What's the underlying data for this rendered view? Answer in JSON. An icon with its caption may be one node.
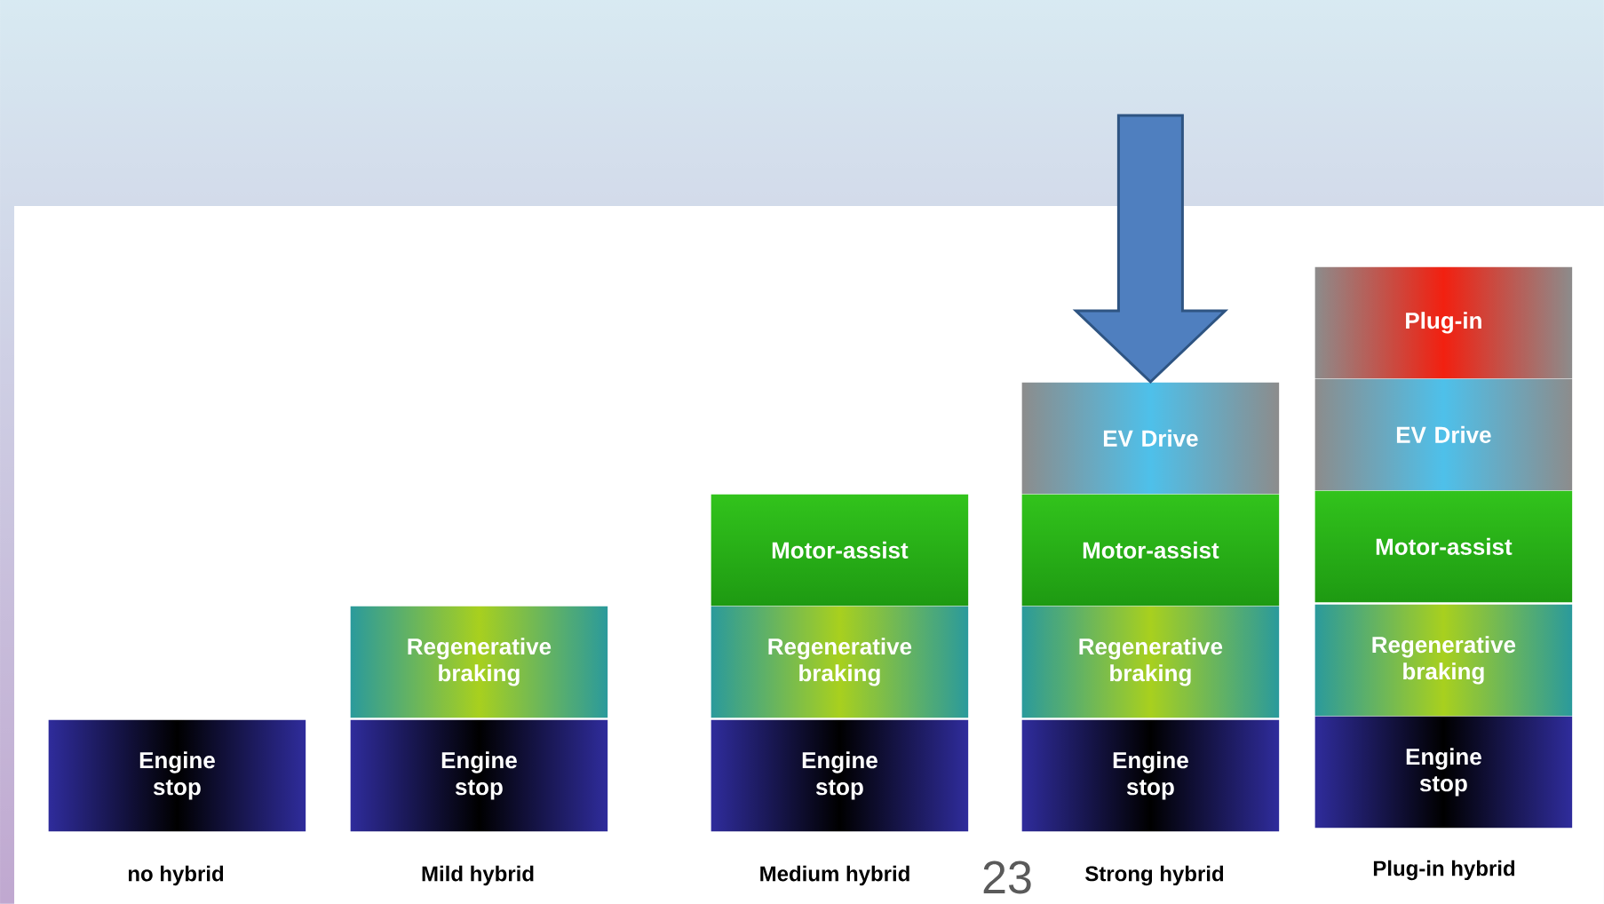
{
  "diagram": {
    "nodes": [
      {
        "text": [
          "Engine stop"
        ]
      },
      {
        "text": [
          "Regenerative braking"
        ]
      },
      {
        "text": [
          "Engine stop"
        ]
      },
      {
        "text": [
          "Motor-assist"
        ]
      },
      {
        "text": [
          "Regenerative braking"
        ]
      },
      {
        "text": [
          "Engine stop"
        ]
      },
      {
        "text": [
          "EV Drive"
        ]
      },
      {
        "text": [
          "Motor-assist"
        ]
      },
      {
        "text": [
          "Regenerative braking"
        ]
      },
      {
        "text": [
          "Engine stop"
        ]
      },
      {
        "text": [
          "Plug-in"
        ]
      },
      {
        "text": [
          "EV Drive"
        ]
      },
      {
        "text": [
          "Motor-assist"
        ]
      },
      {
        "text": [
          "Regenerative braking"
        ]
      },
      {
        "text": [
          "Engine stop"
        ]
      }
    ],
    "edges": [
      {
        "from": null,
        "to": 6,
        "arrow": "to"
      }
    ],
    "labels": [
      "no hybrid",
      "Mild hybrid",
      "Medium hybrid",
      "23",
      "Strong hybrid",
      "Plug-in hybrid"
    ]
  }
}
